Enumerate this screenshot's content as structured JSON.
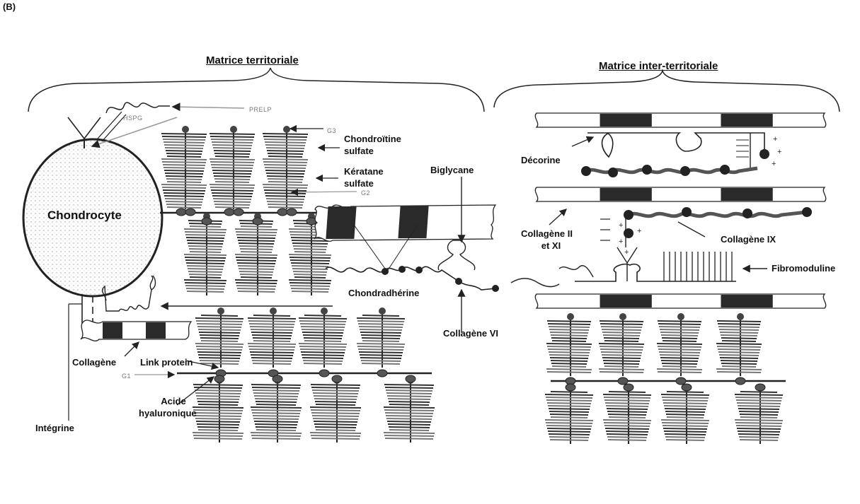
{
  "corner_mark": "(B)",
  "headings": {
    "territorial": "Matrice territoriale",
    "inter_territorial": "Matrice inter-territoriale"
  },
  "labels": {
    "chondrocyte": "Chondrocyte",
    "prelp": "PRELP",
    "hspg": "HSPG",
    "g3": "G3",
    "g2": "G2",
    "g1": "G1",
    "chondroitine_line1": "Chondroïtine",
    "chondroitine_line2": "sulfate",
    "keratane_line1": "Kératane",
    "keratane_line2": "sulfate",
    "biglycane": "Biglycane",
    "chondradherine": "Chondradhérine",
    "collagene_vi": "Collagène VI",
    "collagene": "Collagène",
    "link_protein": "Link protein",
    "acide_line1": "Acide",
    "acide_line2": "hyaluronique",
    "integrine": "Intégrine",
    "decorine": "Décorine",
    "collagene_ii_line1": "Collagène II",
    "collagene_ii_line2": "et XI",
    "collagene_ix": "Collagène IX",
    "fibromoduline": "Fibromoduline"
  }
}
